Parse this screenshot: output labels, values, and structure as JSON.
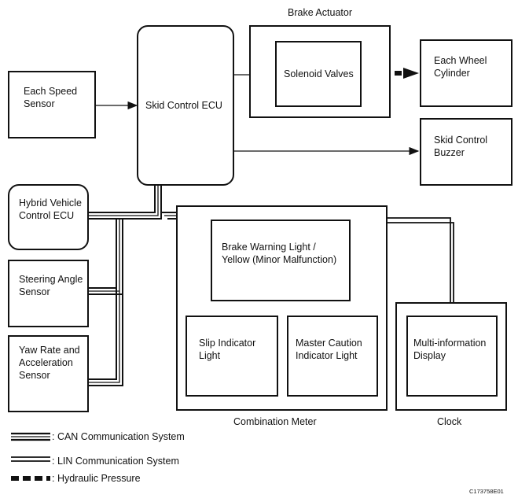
{
  "blocks": {
    "speed_sensor": "Each Speed\nSensor",
    "skid_ecu": "Skid Control ECU",
    "brake_actuator": "Brake Actuator",
    "solenoid": "Solenoid Valves",
    "wheel_cylinder": "Each Wheel\nCylinder",
    "buzzer": "Skid Control\nBuzzer",
    "hv_ecu": "Hybrid Vehicle\nControl ECU",
    "steering": "Steering Angle\nSensor",
    "yaw": "Yaw Rate and\nAcceleration\nSensor",
    "brake_warning": "Brake Warning Light /\nYellow (Minor Malfunction)",
    "slip": "Slip Indicator\nLight",
    "master_caution": "Master Caution\nIndicator Light",
    "combination_meter": "Combination Meter",
    "multi_info": "Multi-information\nDisplay",
    "clock": "Clock"
  },
  "legend": {
    "can": ": CAN Communication System",
    "lin": ": LIN Communication System",
    "hydraulic": ": Hydraulic Pressure"
  },
  "figure_code": "C173758E01"
}
